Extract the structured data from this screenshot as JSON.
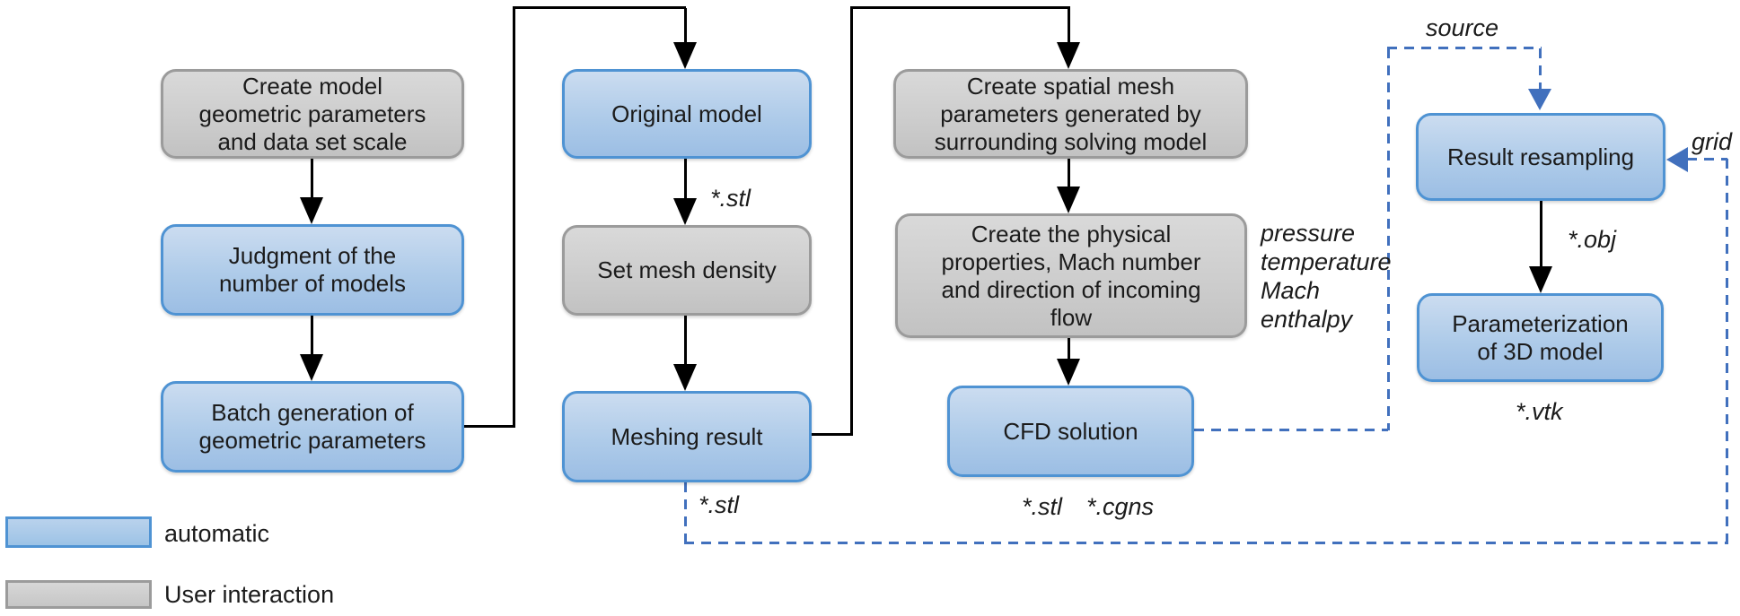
{
  "nodes": {
    "create_model": {
      "label": "Create model\ngeometric parameters\nand data set scale",
      "type": "User interaction"
    },
    "judgment": {
      "label": "Judgment of the\nnumber of models",
      "type": "automatic"
    },
    "batch_generation": {
      "label": "Batch generation of\ngeometric parameters",
      "type": "automatic"
    },
    "original_model": {
      "label": "Original model",
      "type": "automatic"
    },
    "set_mesh_density": {
      "label": "Set mesh density",
      "type": "User interaction"
    },
    "meshing_result": {
      "label": "Meshing result",
      "type": "automatic"
    },
    "create_spatial_mesh": {
      "label": "Create spatial mesh\nparameters generated by\nsurrounding solving model",
      "type": "User interaction"
    },
    "create_physical": {
      "label": "Create the physical\nproperties, Mach number\nand direction of incoming\nflow",
      "type": "User interaction"
    },
    "cfd_solution": {
      "label": "CFD solution",
      "type": "automatic"
    },
    "result_resampling": {
      "label": "Result resampling",
      "type": "automatic"
    },
    "parameterization": {
      "label": "Parameterization\nof 3D model",
      "type": "automatic"
    }
  },
  "file_labels": {
    "stl_original_out": "*.stl",
    "stl_meshing_out": "*.stl",
    "stl_cfd_out": "*.stl",
    "cgns_cfd_out": "*.cgns",
    "obj_resampling_out": "*.obj",
    "vtk_parameterization_out": "*.vtk"
  },
  "edge_labels": {
    "source": "source",
    "grid": "grid",
    "physical_outputs": "pressure\ntemperature\nMach\nenthalpy"
  },
  "legend": {
    "automatic_label": "automatic",
    "user_interaction_label": "User interaction"
  },
  "colors": {
    "automatic_fill": "#aecbe9",
    "automatic_border": "#4f93d3",
    "user_fill": "#cdcdcd",
    "user_border": "#9b9b9b",
    "flow_line": "#000000",
    "data_flow_dashed": "#4170bd"
  }
}
